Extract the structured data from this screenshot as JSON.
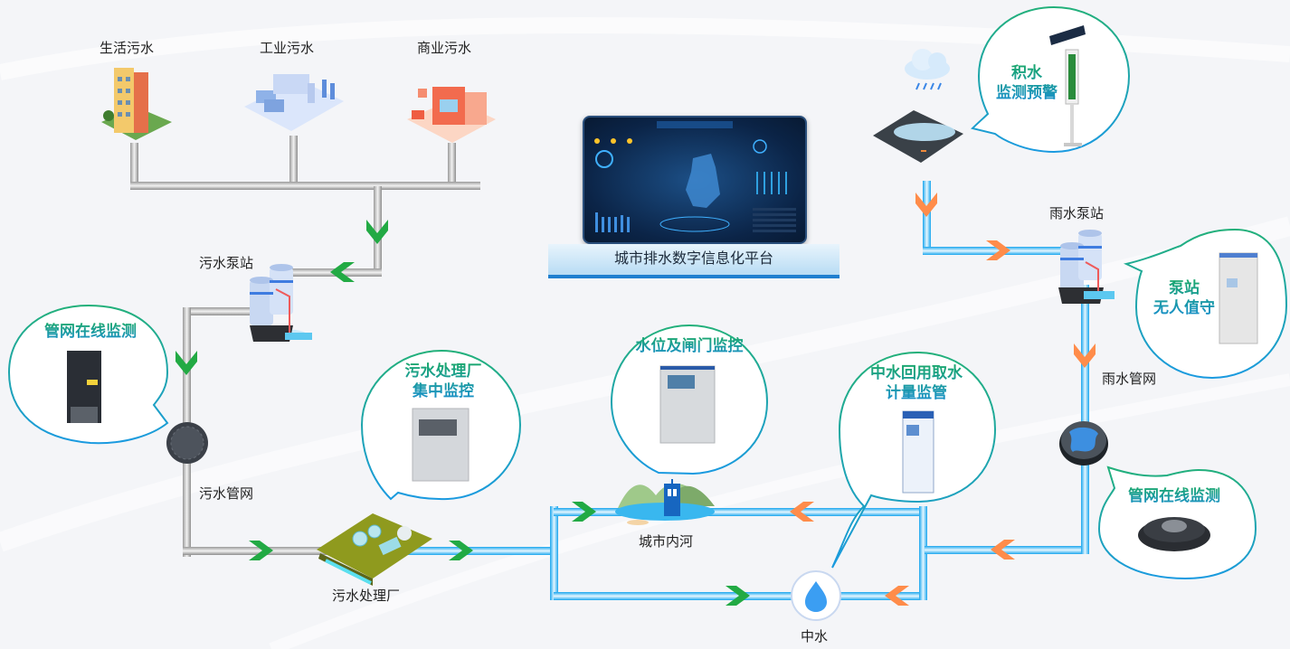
{
  "diagram": {
    "sources": [
      {
        "label": "生活污水",
        "icon": "residential-building-icon"
      },
      {
        "label": "工业污水",
        "icon": "industrial-plant-icon"
      },
      {
        "label": "商业污水",
        "icon": "commercial-store-icon"
      }
    ],
    "nodes": {
      "sewage_pump_station": "污水泵站",
      "sewage_network": "污水管网",
      "sewage_treatment_plant": "污水处理厂",
      "urban_river": "城市内河",
      "reclaimed_water": "中水",
      "rain_pump_station": "雨水泵站",
      "rain_network": "雨水管网"
    },
    "platform": {
      "label": "城市排水数字信息化平台"
    },
    "bubbles": [
      {
        "id": "sewage-network-monitoring",
        "lines": [
          "管网在线监测"
        ]
      },
      {
        "id": "treatment-plant-monitoring",
        "lines": [
          "污水处理厂",
          "集中监控"
        ]
      },
      {
        "id": "water-level-gate-monitoring",
        "lines": [
          "水位及闸门监控"
        ]
      },
      {
        "id": "reclaimed-water-metering",
        "lines": [
          "中水回用取水",
          "计量监管"
        ]
      },
      {
        "id": "waterlogging-warning",
        "lines": [
          "积水",
          "监测预警"
        ]
      },
      {
        "id": "pump-station-unattended",
        "lines": [
          "泵站",
          "无人值守"
        ]
      },
      {
        "id": "rain-network-monitoring",
        "lines": [
          "管网在线监测"
        ]
      }
    ],
    "colors": {
      "sewage_pipe": "#b8b8b8",
      "clean_pipe": "#29b0f0",
      "flow_arrow_sewage": "#22aa44",
      "flow_arrow_rain": "#ff8c4a",
      "bubble_border_top": "#22b07a",
      "bubble_border_bottom": "#1a9ae0",
      "platform_accent": "#1f7fcf"
    }
  }
}
